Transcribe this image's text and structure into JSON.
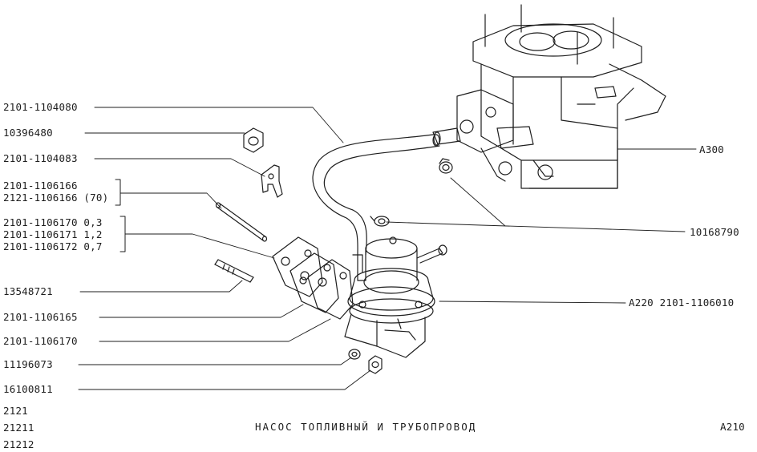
{
  "labels_left": [
    "2101-1104080",
    "10396480",
    "2101-1104083",
    "2101-1106166",
    "2121-1106166 (70)",
    "2101-1106170 0,3",
    "2101-1106171 1,2",
    "2101-1106172 0,7",
    "13548721",
    "2101-1106165",
    "2101-1106170",
    "11196073",
    "16100811"
  ],
  "labels_right": {
    "carburetor": "A300",
    "clamp": "10168790",
    "pump": "A220 2101-1106010"
  },
  "footer": {
    "models": [
      "2121",
      "21211",
      "21212"
    ],
    "title": "НАСОС ТОПЛИВНЫЙ И ТРУБОПРОВОД",
    "page_code": "A210"
  }
}
